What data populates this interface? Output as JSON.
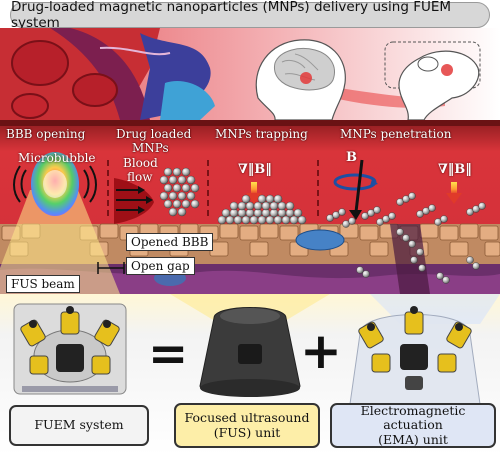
{
  "title": "Drug-loaded magnetic nanoparticles (MNPs) delivery using FUEM system",
  "stages": {
    "bbb_opening": "BBB opening",
    "drug_loaded_line1": "Drug loaded",
    "drug_loaded_line2": "MNPs",
    "trapping": "MNPs trapping",
    "penetration": "MNPs penetration"
  },
  "labels": {
    "microbubble": "Microbubble",
    "blood_flow_line1": "Blood",
    "blood_flow_line2": "flow",
    "gradient": "∇‖B‖",
    "field_b": "B",
    "opened_bbb": "Opened BBB",
    "open_gap": "Open gap",
    "fus_beam": "FUS beam"
  },
  "units": {
    "fuem": "FUEM system",
    "fus_line1": "Focused ultrasound",
    "fus_line2": "(FUS) unit",
    "ema_line1": "Electromagnetic actuation",
    "ema_line2": "(EMA) unit"
  },
  "operators": {
    "equals": "=",
    "plus": "+"
  },
  "colors": {
    "vessel_red": "#d9343a",
    "vessel_dark": "#8c1c1f",
    "cell_tan": "#d9a47a",
    "lower_bg": "#f2f2f2",
    "fus_box": "#fdeea8",
    "ema_box": "#dfe6f5",
    "magnet_yellow": "#e6c01d"
  }
}
